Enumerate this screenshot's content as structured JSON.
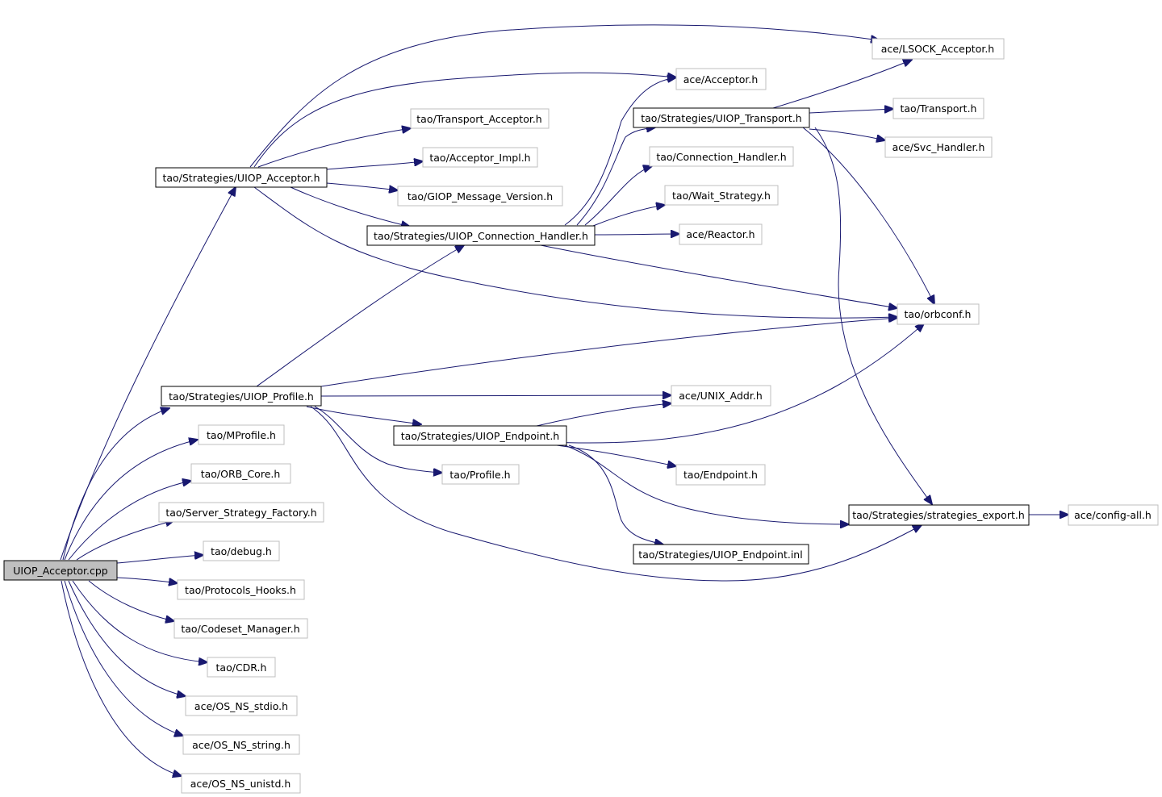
{
  "colors": {
    "edge": "#191970",
    "node_border_primary": "#000000",
    "node_border_secondary": "#bfbfbf",
    "root_fill": "#bfbfbf",
    "background": "#ffffff"
  },
  "nodes": {
    "uiop_acceptor_cpp": "UIOP_Acceptor.cpp",
    "uiop_acceptor_h": "tao/Strategies/UIOP_Acceptor.h",
    "uiop_profile_h": "tao/Strategies/UIOP_Profile.h",
    "mprofile_h": "tao/MProfile.h",
    "orb_core_h": "tao/ORB_Core.h",
    "server_strategy_factory_h": "tao/Server_Strategy_Factory.h",
    "debug_h": "tao/debug.h",
    "protocols_hooks_h": "tao/Protocols_Hooks.h",
    "codeset_manager_h": "tao/Codeset_Manager.h",
    "cdr_h": "tao/CDR.h",
    "os_ns_stdio_h": "ace/OS_NS_stdio.h",
    "os_ns_string_h": "ace/OS_NS_string.h",
    "os_ns_unistd_h": "ace/OS_NS_unistd.h",
    "transport_acceptor_h": "tao/Transport_Acceptor.h",
    "acceptor_impl_h": "tao/Acceptor_Impl.h",
    "giop_message_version_h": "tao/GIOP_Message_Version.h",
    "uiop_connection_handler_h": "tao/Strategies/UIOP_Connection_Handler.h",
    "uiop_endpoint_h": "tao/Strategies/UIOP_Endpoint.h",
    "profile_h": "tao/Profile.h",
    "ace_acceptor_h": "ace/Acceptor.h",
    "lsock_acceptor_h": "ace/LSOCK_Acceptor.h",
    "uiop_transport_h": "tao/Strategies/UIOP_Transport.h",
    "connection_handler_h": "tao/Connection_Handler.h",
    "wait_strategy_h": "tao/Wait_Strategy.h",
    "reactor_h": "ace/Reactor.h",
    "unix_addr_h": "ace/UNIX_Addr.h",
    "endpoint_h": "tao/Endpoint.h",
    "uiop_endpoint_inl": "tao/Strategies/UIOP_Endpoint.inl",
    "transport_h": "tao/Transport.h",
    "svc_handler_h": "ace/Svc_Handler.h",
    "orbconf_h": "tao/orbconf.h",
    "strategies_export_h": "tao/Strategies/strategies_export.h",
    "config_all_h": "ace/config-all.h"
  }
}
